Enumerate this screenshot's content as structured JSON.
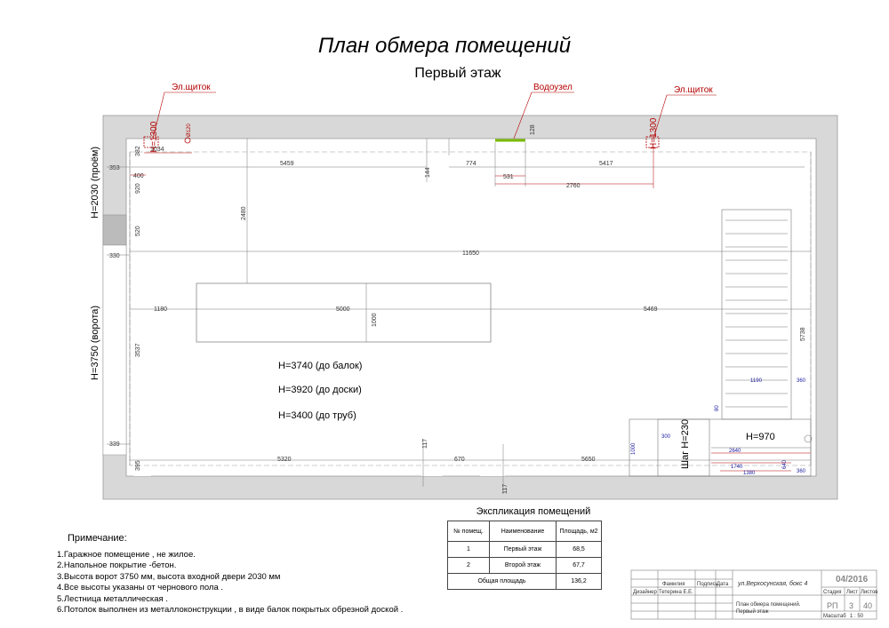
{
  "title": "План обмера помещений",
  "subtitle": "Первый этаж",
  "callouts": {
    "el_panel_left": "Эл.щиток",
    "el_panel_right": "Эл.щиток",
    "wc": "Водоузел",
    "h1300_left": "H=1300",
    "h1300_right": "H=1300",
    "d120": "Ø120"
  },
  "side_labels": {
    "opening": "H=2030 (проём)",
    "gate": "H=3750 (ворота)"
  },
  "heights": {
    "beams": "H=3740 (до балок)",
    "board": "H=3920 (до доски)",
    "pipes": "H=3400 (до труб)",
    "h970": "H=970",
    "step": "Шаг H=230"
  },
  "dims": {
    "d1034": "1034",
    "d382": "382",
    "d400": "400",
    "d353": "353",
    "d920": "920",
    "d520": "520",
    "d330": "330",
    "d3537": "3537",
    "d339": "339",
    "d395": "395",
    "d5459": "5459",
    "d144": "144",
    "d774": "774",
    "d531": "531",
    "d128": "128",
    "d5417": "5417",
    "d2760": "2760",
    "d2480": "2480",
    "d11650": "11650",
    "d1180": "1180",
    "d5000": "5000",
    "d1000": "1000",
    "d5469": "5469",
    "d5738": "5738",
    "d1190": "1190",
    "d360a": "360",
    "d80": "80",
    "d300": "300",
    "d1000b": "1000",
    "d2640": "2640",
    "d640": "640",
    "d1740": "1740",
    "d1380": "1380",
    "d360b": "360",
    "d5320": "5320",
    "d117a": "117",
    "d670": "670",
    "d5650": "5650",
    "d117b": "117"
  },
  "notes": {
    "title": "Примечание:",
    "items": [
      "1.Гаражное помещение , не жилое.",
      "2.Напольное покрытие -бетон.",
      "3.Высота ворот 3750 мм, высота входной двери 2030 мм",
      "4.Все высоты указаны от чернового пола .",
      "5.Лестница металлическая .",
      "6.Потолок выполнен из металлоконструкции , в виде балок покрытых обрезной доской ."
    ]
  },
  "explication": {
    "title": "Экспликация помещений",
    "headers": [
      "№ помещ.",
      "Наименование",
      "Площадь, м2"
    ],
    "rows": [
      [
        "1",
        "Первый этаж",
        "68,5"
      ],
      [
        "2",
        "Второй этаж",
        "67,7"
      ]
    ],
    "total_label": "Общая площадь",
    "total_value": "136,2"
  },
  "title_block": {
    "col_familia": "Фамилия",
    "col_podpis": "Подпись",
    "col_data": "Дата",
    "role": "Дизайнер",
    "name": "Тетерина Е.Е.",
    "address": "ул.Верхосунская, бокс 4",
    "date": "04/2016",
    "stage_h": "Стадия",
    "sheet_h": "Лист",
    "sheets_h": "Листов",
    "stage": "РП",
    "sheet": "3",
    "sheets": "40",
    "drawing_line1": "План обмера помещений.",
    "drawing_line2": "Первый этаж",
    "scale_h": "Масштаб",
    "scale": "1 : 50"
  },
  "colors": {
    "wall": "#d8d8d8",
    "callout": "#b40000",
    "wc_line": "#7ab800",
    "dim_blue": "#1a1aa0"
  }
}
